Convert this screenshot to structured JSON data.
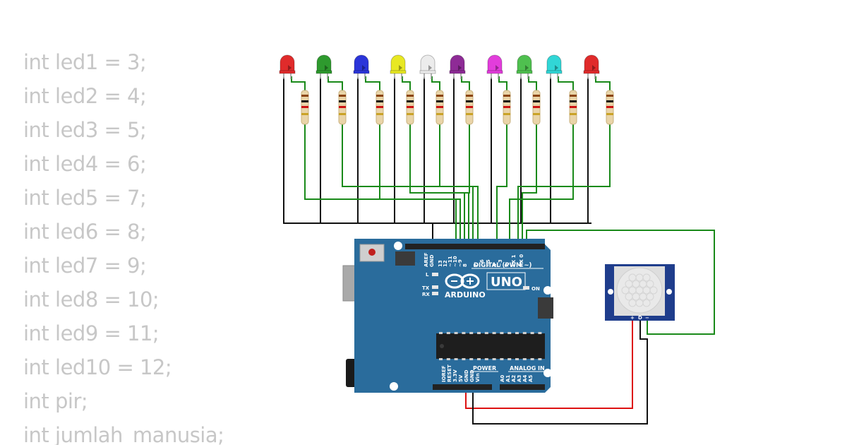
{
  "code": {
    "lines": [
      "int led1 = 3;",
      "int led2 = 4;",
      "int led3 = 5;",
      "int led4 = 6;",
      "int led5 = 7;",
      "int led6 = 8;",
      "int led7 = 9;",
      "int led8 = 10;",
      "int led9 = 11;",
      "int led10 = 12;",
      "int pir;",
      "int jumlah_manusia;"
    ]
  },
  "circuit": {
    "leds": [
      {
        "color": "#e02b2b"
      },
      {
        "color": "#2e9a2e"
      },
      {
        "color": "#2b35d9"
      },
      {
        "color": "#e8e823"
      },
      {
        "color": "#ececec"
      },
      {
        "color": "#8e2b96"
      },
      {
        "color": "#e23ddb"
      },
      {
        "color": "#4fc04f"
      },
      {
        "color": "#31d6d6"
      },
      {
        "color": "#e02b2b"
      }
    ],
    "wire_colors": {
      "ground": "#111111",
      "signal": "#1a8a1a",
      "power": "#dd1111"
    },
    "arduino": {
      "brand": "ARDUINO",
      "model": "UNO",
      "digital_label": "DIGITAL (PWM ~)",
      "power_label": "POWER",
      "analog_label": "ANALOG IN",
      "on_label": "ON",
      "l_label": "L",
      "tx_label": "TX",
      "rx_label": "RX",
      "top_pins": [
        "AREF",
        "GND",
        "13",
        "12",
        "~11",
        "~10",
        "~9",
        "8",
        "7",
        "~6",
        "~5",
        "4",
        "~3",
        "2",
        "TX 1",
        "RX 0"
      ],
      "power_pins": [
        "IOREF",
        "RESET",
        "3.3V",
        "5V",
        "GND",
        "GND",
        "Vin"
      ],
      "analog_pins": [
        "A0",
        "A1",
        "A2",
        "A3",
        "A4",
        "A5"
      ],
      "board_color": "#2a6c9c"
    },
    "pir": {
      "pin_labels": [
        "+",
        "D",
        "−"
      ],
      "board_color": "#1f3d8c"
    }
  }
}
